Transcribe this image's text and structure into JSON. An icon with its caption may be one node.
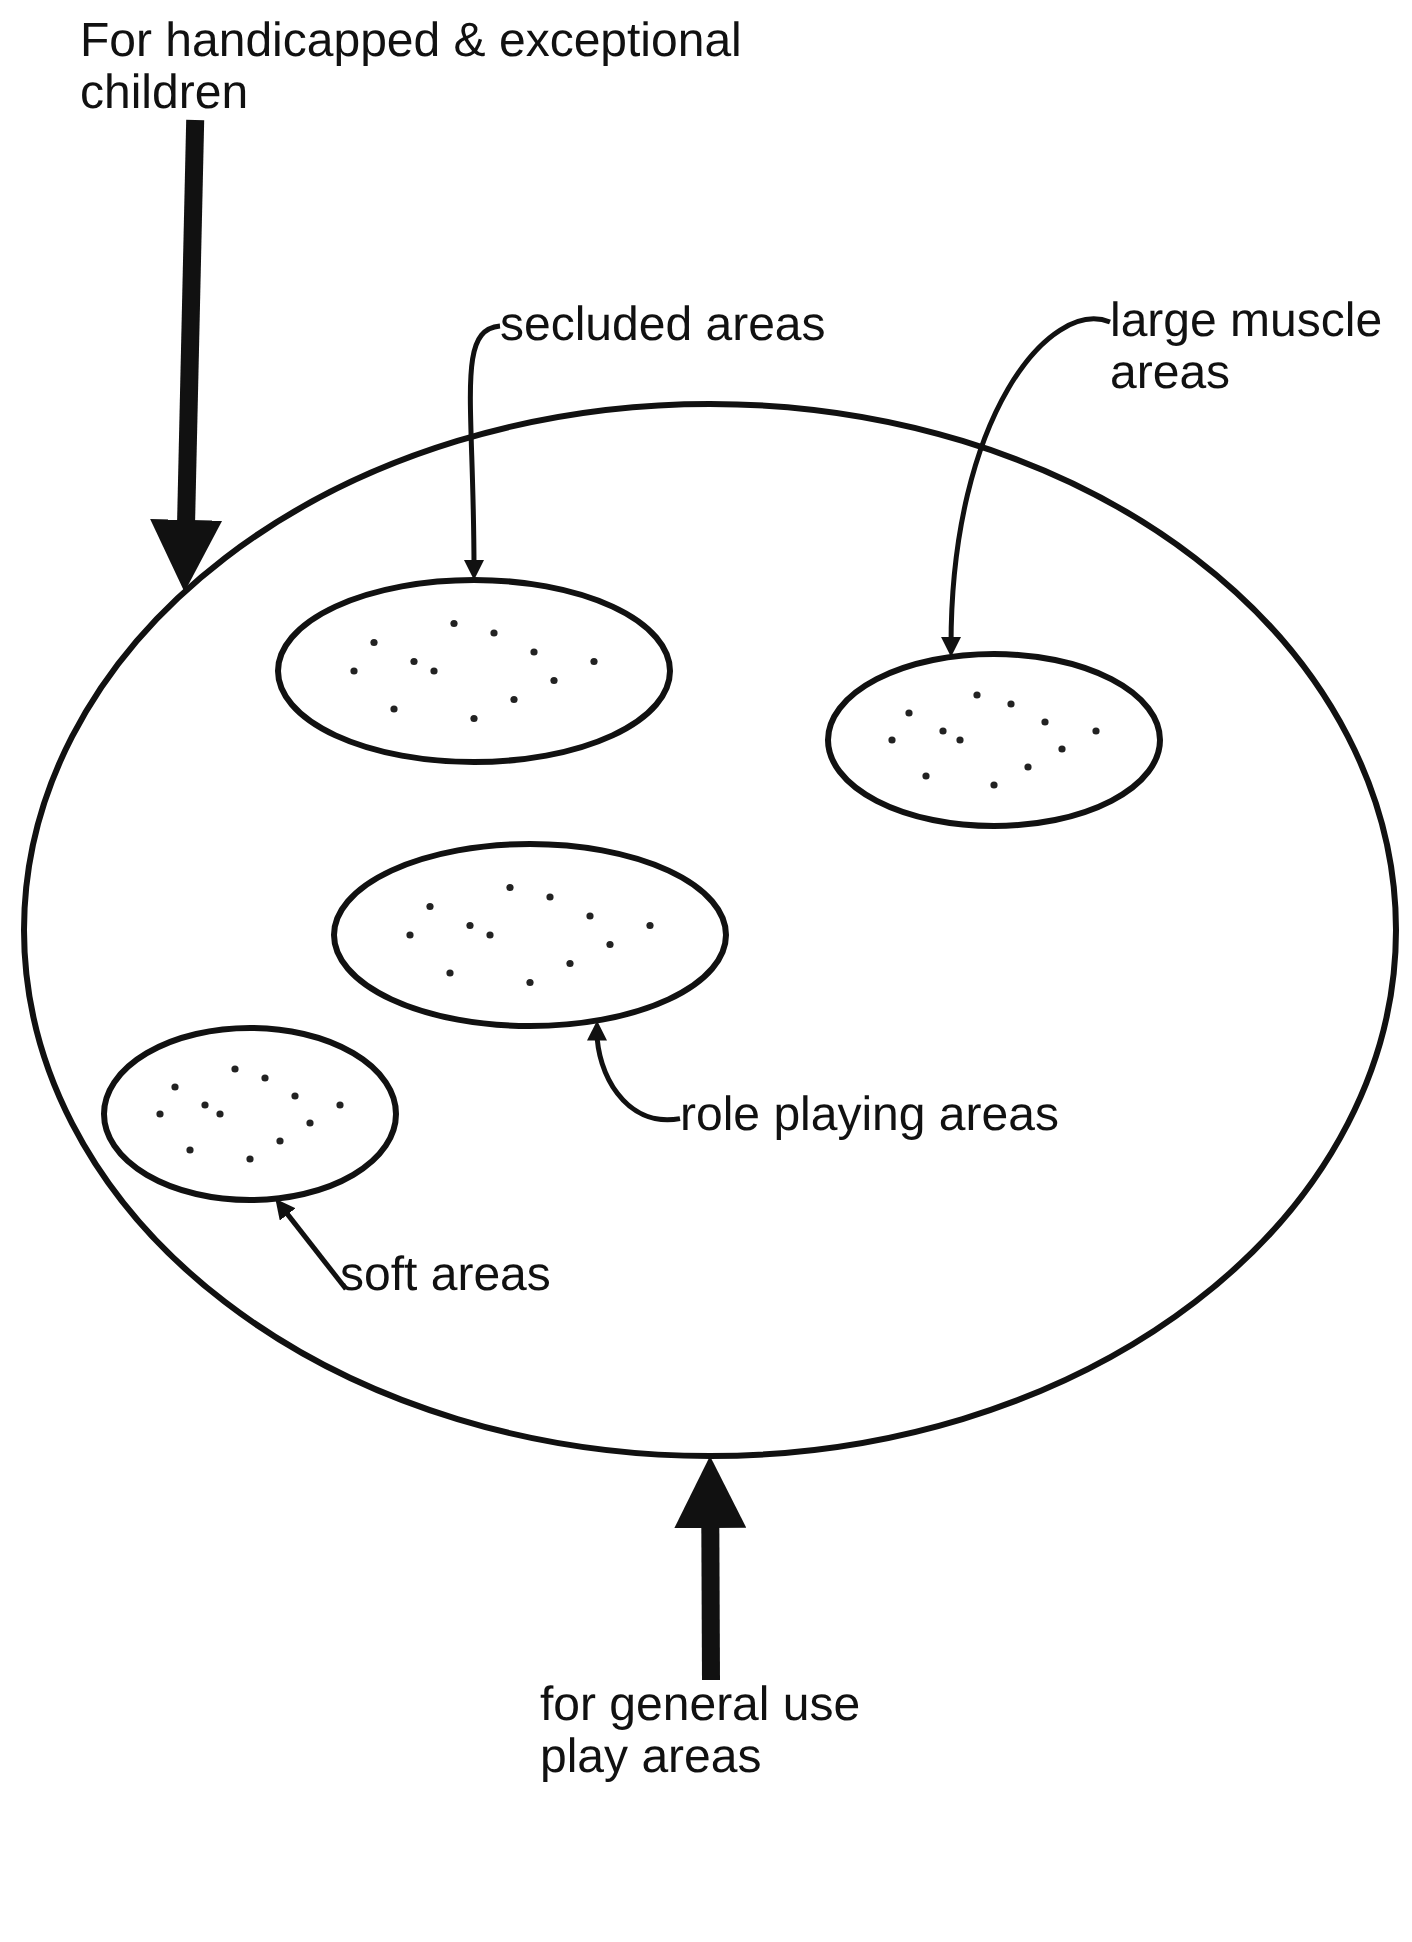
{
  "diagram": {
    "nodes": [
      {
        "text": [],
        "shape": "circle"
      },
      {
        "text": [],
        "shape": "circle",
        "in": 0
      },
      {
        "text": [],
        "shape": "circle",
        "in": 0
      },
      {
        "text": [],
        "shape": "circle",
        "in": 0
      },
      {
        "text": [],
        "shape": "circle",
        "in": 0
      },
      {
        "text": [
          "secluded areas"
        ]
      },
      {
        "text": [
          "large muscle areas"
        ]
      },
      {
        "text": [
          "role playing areas"
        ],
        "in": 0
      },
      {
        "text": [
          "soft areas"
        ],
        "in": 0
      },
      {
        "text": [
          "For handicapped & exceptional children"
        ]
      },
      {
        "text": [
          "for general use play areas"
        ]
      }
    ],
    "edges": [
      {
        "from": 5,
        "to": 1,
        "arrow": "to"
      },
      {
        "from": 6,
        "to": 2,
        "arrow": "to"
      },
      {
        "from": 7,
        "to": 3,
        "arrow": "to"
      },
      {
        "from": 8,
        "to": 4,
        "arrow": "to"
      },
      {
        "from": 9,
        "to": 0,
        "arrow": "to",
        "style": "thick"
      },
      {
        "from": 10,
        "to": 0,
        "arrow": "to",
        "style": "thick"
      }
    ]
  }
}
